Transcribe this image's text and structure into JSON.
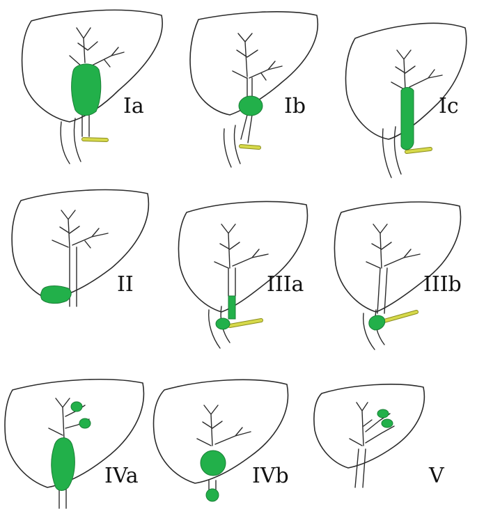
{
  "panels": [
    {
      "id": "ia",
      "label": "Ia"
    },
    {
      "id": "ib",
      "label": "Ib"
    },
    {
      "id": "ic",
      "label": "Ic"
    },
    {
      "id": "ii",
      "label": "II"
    },
    {
      "id": "iiia",
      "label": "IIIa"
    },
    {
      "id": "iiib",
      "label": "IIIb"
    },
    {
      "id": "iva",
      "label": "IVa"
    },
    {
      "id": "ivb",
      "label": "IVb"
    },
    {
      "id": "v",
      "label": "V"
    }
  ],
  "colors": {
    "cyst": "#22b04a",
    "pancreatic_duct": "#d6d94a",
    "outline": "#2a2a2a",
    "background": "#ffffff"
  }
}
